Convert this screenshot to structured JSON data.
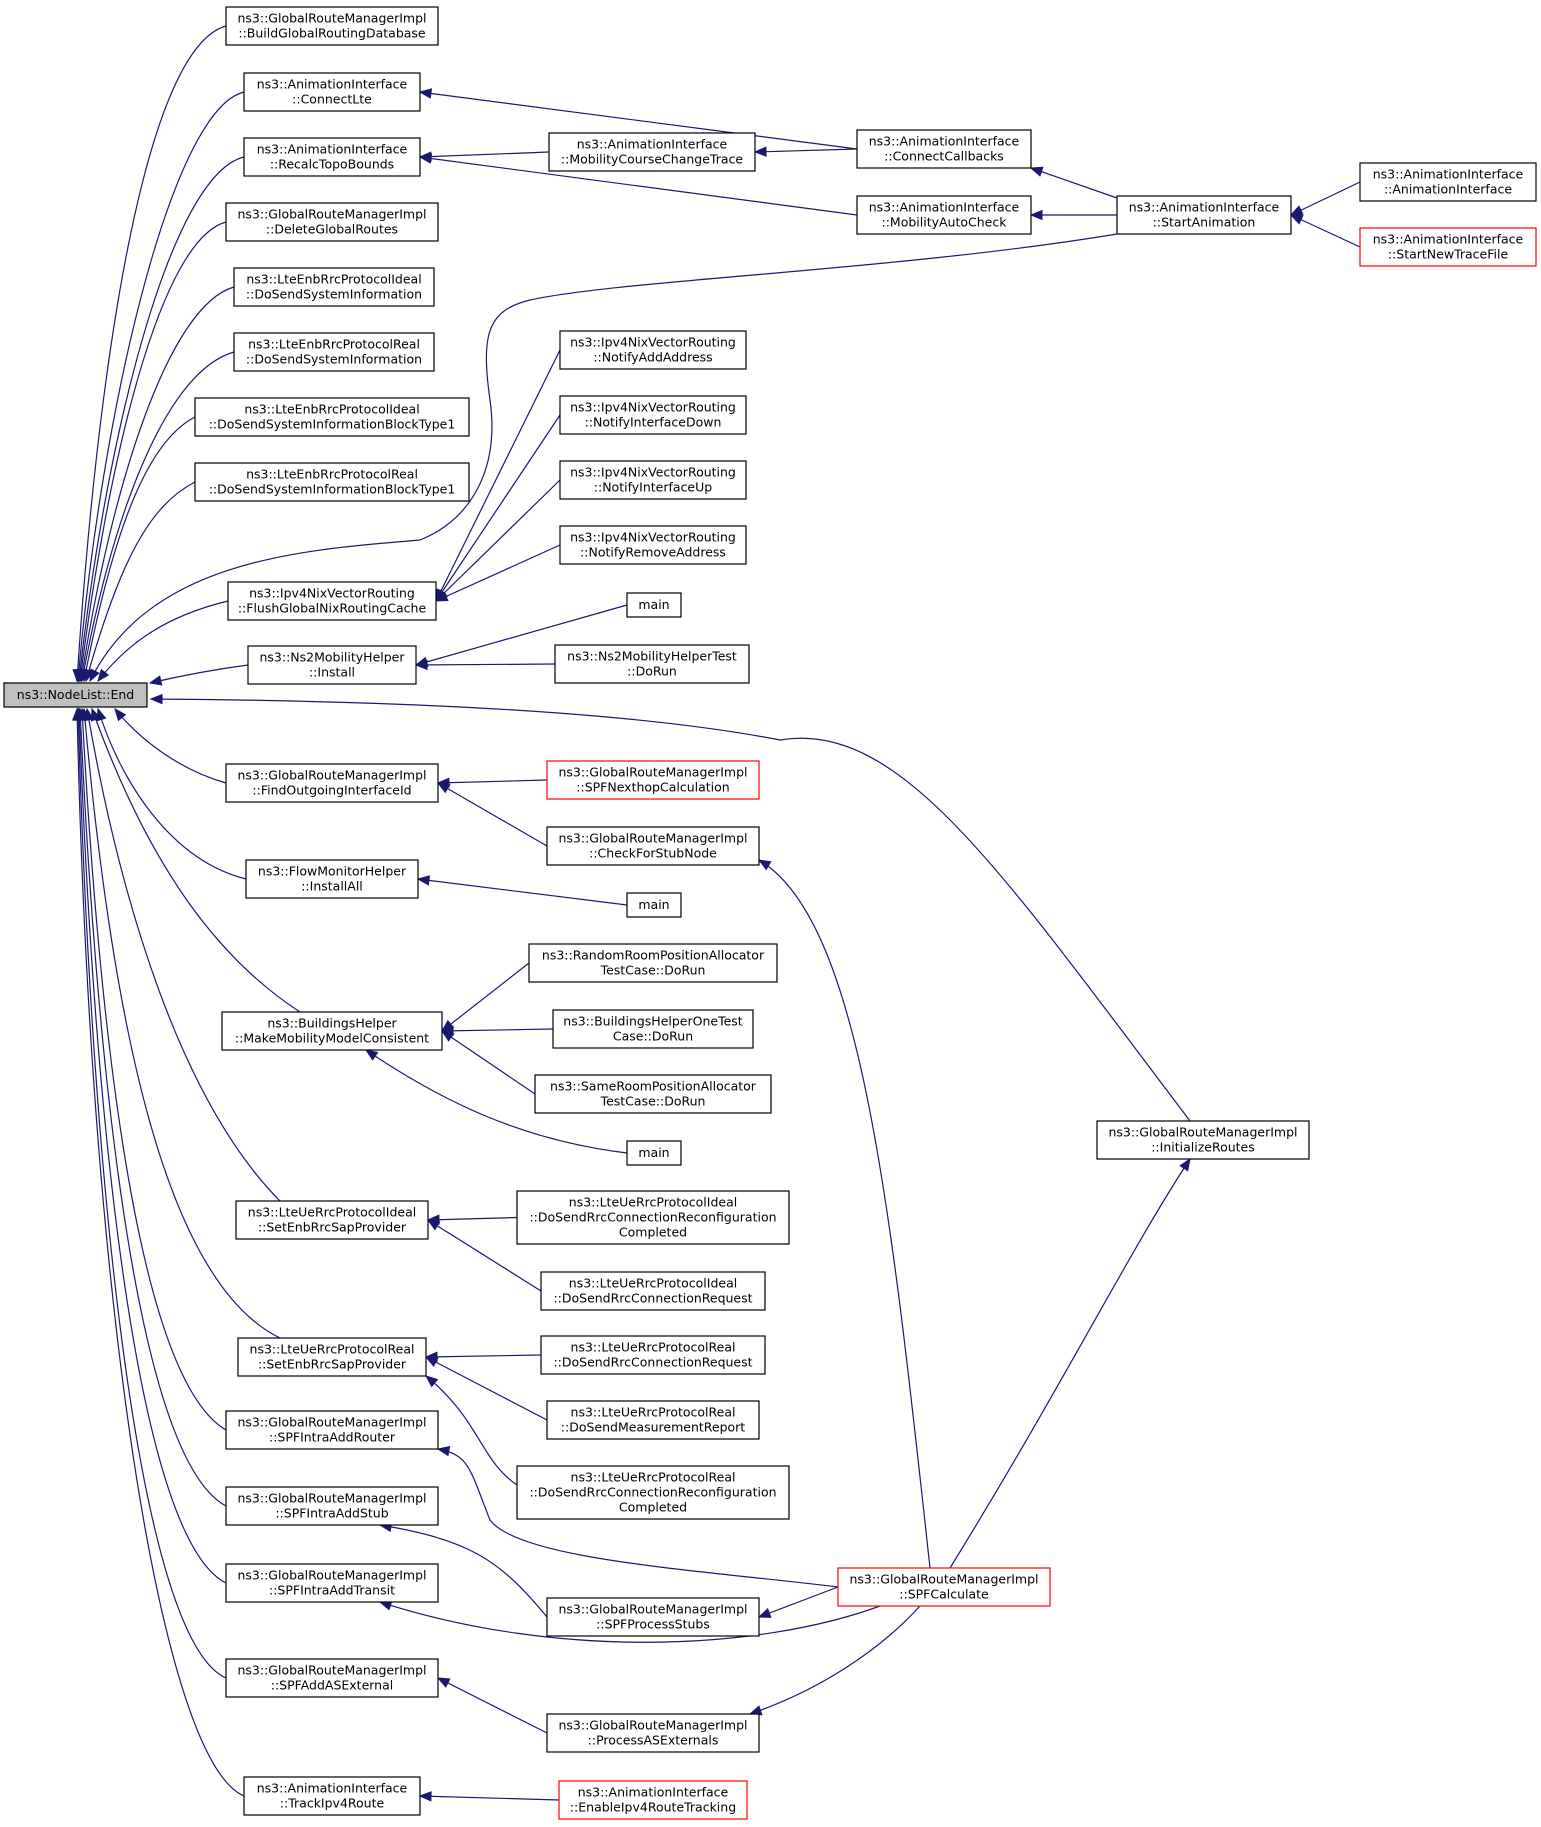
{
  "colors": {
    "edge": "#191970",
    "root_fill": "#bfbfbf",
    "truncated_border": "#ff0000"
  },
  "nodes": [
    {
      "id": "n_end",
      "lines": [
        "ns3::NodeList::End"
      ],
      "root": true
    },
    {
      "id": "n_bgrd",
      "lines": [
        "ns3::GlobalRouteManagerImpl",
        "::BuildGlobalRoutingDatabase"
      ]
    },
    {
      "id": "n_clte",
      "lines": [
        "ns3::AnimationInterface",
        "::ConnectLte"
      ]
    },
    {
      "id": "n_rtb",
      "lines": [
        "ns3::AnimationInterface",
        "::RecalcTopoBounds"
      ]
    },
    {
      "id": "n_dgr",
      "lines": [
        "ns3::GlobalRouteManagerImpl",
        "::DeleteGlobalRoutes"
      ]
    },
    {
      "id": "n_dsi_i",
      "lines": [
        "ns3::LteEnbRrcProtocolIdeal",
        "::DoSendSystemInformation"
      ]
    },
    {
      "id": "n_dsi_r",
      "lines": [
        "ns3::LteEnbRrcProtocolReal",
        "::DoSendSystemInformation"
      ]
    },
    {
      "id": "n_dsib_i",
      "lines": [
        "ns3::LteEnbRrcProtocolIdeal",
        "::DoSendSystemInformationBlockType1"
      ]
    },
    {
      "id": "n_dsib_r",
      "lines": [
        "ns3::LteEnbRrcProtocolReal",
        "::DoSendSystemInformationBlockType1"
      ]
    },
    {
      "id": "n_fgnrc",
      "lines": [
        "ns3::Ipv4NixVectorRouting",
        "::FlushGlobalNixRoutingCache"
      ]
    },
    {
      "id": "n_n2inst",
      "lines": [
        "ns3::Ns2MobilityHelper",
        "::Install"
      ]
    },
    {
      "id": "n_foii",
      "lines": [
        "ns3::GlobalRouteManagerImpl",
        "::FindOutgoingInterfaceId"
      ]
    },
    {
      "id": "n_fminst",
      "lines": [
        "ns3::FlowMonitorHelper",
        "::InstallAll"
      ]
    },
    {
      "id": "n_mmmc",
      "lines": [
        "ns3::BuildingsHelper",
        "::MakeMobilityModelConsistent"
      ]
    },
    {
      "id": "n_sesp_i",
      "lines": [
        "ns3::LteUeRrcProtocolIdeal",
        "::SetEnbRrcSapProvider"
      ]
    },
    {
      "id": "n_sesp_r",
      "lines": [
        "ns3::LteUeRrcProtocolReal",
        "::SetEnbRrcSapProvider"
      ]
    },
    {
      "id": "n_spfiar",
      "lines": [
        "ns3::GlobalRouteManagerImpl",
        "::SPFIntraAddRouter"
      ]
    },
    {
      "id": "n_spfias",
      "lines": [
        "ns3::GlobalRouteManagerImpl",
        "::SPFIntraAddStub"
      ]
    },
    {
      "id": "n_spfiat",
      "lines": [
        "ns3::GlobalRouteManagerImpl",
        "::SPFIntraAddTransit"
      ]
    },
    {
      "id": "n_spfase",
      "lines": [
        "ns3::GlobalRouteManagerImpl",
        "::SPFAddASExternal"
      ]
    },
    {
      "id": "n_tipv4",
      "lines": [
        "ns3::AnimationInterface",
        "::TrackIpv4Route"
      ]
    },
    {
      "id": "n_mcct",
      "lines": [
        "ns3::AnimationInterface",
        "::MobilityCourseChangeTrace"
      ]
    },
    {
      "id": "n_ccb",
      "lines": [
        "ns3::AnimationInterface",
        "::ConnectCallbacks"
      ]
    },
    {
      "id": "n_mac",
      "lines": [
        "ns3::AnimationInterface",
        "::MobilityAutoCheck"
      ]
    },
    {
      "id": "n_sa",
      "lines": [
        "ns3::AnimationInterface",
        "::StartAnimation"
      ]
    },
    {
      "id": "n_ai",
      "lines": [
        "ns3::AnimationInterface",
        "::AnimationInterface"
      ]
    },
    {
      "id": "n_sntf",
      "lines": [
        "ns3::AnimationInterface",
        "::StartNewTraceFile"
      ],
      "truncated": true
    },
    {
      "id": "n_naa",
      "lines": [
        "ns3::Ipv4NixVectorRouting",
        "::NotifyAddAddress"
      ]
    },
    {
      "id": "n_nid",
      "lines": [
        "ns3::Ipv4NixVectorRouting",
        "::NotifyInterfaceDown"
      ]
    },
    {
      "id": "n_niu",
      "lines": [
        "ns3::Ipv4NixVectorRouting",
        "::NotifyInterfaceUp"
      ]
    },
    {
      "id": "n_nra",
      "lines": [
        "ns3::Ipv4NixVectorRouting",
        "::NotifyRemoveAddress"
      ]
    },
    {
      "id": "n_main1",
      "lines": [
        "main"
      ]
    },
    {
      "id": "n_n2test",
      "lines": [
        "ns3::Ns2MobilityHelperTest",
        "::DoRun"
      ]
    },
    {
      "id": "n_spfnh",
      "lines": [
        "ns3::GlobalRouteManagerImpl",
        "::SPFNexthopCalculation"
      ],
      "truncated": true
    },
    {
      "id": "n_cfsn",
      "lines": [
        "ns3::GlobalRouteManagerImpl",
        "::CheckForStubNode"
      ]
    },
    {
      "id": "n_main2",
      "lines": [
        "main"
      ]
    },
    {
      "id": "n_rrpa",
      "lines": [
        "ns3::RandomRoomPositionAllocator",
        "TestCase::DoRun"
      ]
    },
    {
      "id": "n_bhot",
      "lines": [
        "ns3::BuildingsHelperOneTest",
        "Case::DoRun"
      ]
    },
    {
      "id": "n_srpa",
      "lines": [
        "ns3::SameRoomPositionAllocator",
        "TestCase::DoRun"
      ]
    },
    {
      "id": "n_main3",
      "lines": [
        "main"
      ]
    },
    {
      "id": "n_ir",
      "lines": [
        "ns3::GlobalRouteManagerImpl",
        "::InitializeRoutes"
      ]
    },
    {
      "id": "n_drcrc_i",
      "lines": [
        "ns3::LteUeRrcProtocolIdeal",
        "::DoSendRrcConnectionReconfiguration",
        "Completed"
      ]
    },
    {
      "id": "n_drcr_i",
      "lines": [
        "ns3::LteUeRrcProtocolIdeal",
        "::DoSendRrcConnectionRequest"
      ]
    },
    {
      "id": "n_drcr_r",
      "lines": [
        "ns3::LteUeRrcProtocolReal",
        "::DoSendRrcConnectionRequest"
      ]
    },
    {
      "id": "n_dsmr",
      "lines": [
        "ns3::LteUeRrcProtocolReal",
        "::DoSendMeasurementReport"
      ]
    },
    {
      "id": "n_drcrc_r",
      "lines": [
        "ns3::LteUeRrcProtocolReal",
        "::DoSendRrcConnectionReconfiguration",
        "Completed"
      ]
    },
    {
      "id": "n_spfc",
      "lines": [
        "ns3::GlobalRouteManagerImpl",
        "::SPFCalculate"
      ],
      "truncated": true
    },
    {
      "id": "n_spfps",
      "lines": [
        "ns3::GlobalRouteManagerImpl",
        "::SPFProcessStubs"
      ]
    },
    {
      "id": "n_pase",
      "lines": [
        "ns3::GlobalRouteManagerImpl",
        "::ProcessASExternals"
      ]
    },
    {
      "id": "n_eirt",
      "lines": [
        "ns3::AnimationInterface",
        "::EnableIpv4RouteTracking"
      ],
      "truncated": true
    }
  ],
  "edges": [
    {
      "from": "n_bgrd",
      "to": "n_end"
    },
    {
      "from": "n_clte",
      "to": "n_end"
    },
    {
      "from": "n_rtb",
      "to": "n_end"
    },
    {
      "from": "n_dgr",
      "to": "n_end"
    },
    {
      "from": "n_dsi_i",
      "to": "n_end"
    },
    {
      "from": "n_dsi_r",
      "to": "n_end"
    },
    {
      "from": "n_dsib_i",
      "to": "n_end"
    },
    {
      "from": "n_dsib_r",
      "to": "n_end"
    },
    {
      "from": "n_fgnrc",
      "to": "n_end"
    },
    {
      "from": "n_n2inst",
      "to": "n_end"
    },
    {
      "from": "n_foii",
      "to": "n_end"
    },
    {
      "from": "n_fminst",
      "to": "n_end"
    },
    {
      "from": "n_mmmc",
      "to": "n_end"
    },
    {
      "from": "n_sesp_i",
      "to": "n_end"
    },
    {
      "from": "n_sesp_r",
      "to": "n_end"
    },
    {
      "from": "n_spfiar",
      "to": "n_end"
    },
    {
      "from": "n_spfias",
      "to": "n_end"
    },
    {
      "from": "n_spfiat",
      "to": "n_end"
    },
    {
      "from": "n_spfase",
      "to": "n_end"
    },
    {
      "from": "n_tipv4",
      "to": "n_end"
    },
    {
      "from": "n_sa",
      "to": "n_end"
    },
    {
      "from": "n_ir",
      "to": "n_end"
    },
    {
      "from": "n_ccb",
      "to": "n_clte"
    },
    {
      "from": "n_mcct",
      "to": "n_rtb"
    },
    {
      "from": "n_mac",
      "to": "n_rtb"
    },
    {
      "from": "n_ccb",
      "to": "n_mcct"
    },
    {
      "from": "n_sa",
      "to": "n_ccb"
    },
    {
      "from": "n_sa",
      "to": "n_mac"
    },
    {
      "from": "n_ai",
      "to": "n_sa"
    },
    {
      "from": "n_sntf",
      "to": "n_sa"
    },
    {
      "from": "n_naa",
      "to": "n_fgnrc"
    },
    {
      "from": "n_nid",
      "to": "n_fgnrc"
    },
    {
      "from": "n_niu",
      "to": "n_fgnrc"
    },
    {
      "from": "n_nra",
      "to": "n_fgnrc"
    },
    {
      "from": "n_main1",
      "to": "n_n2inst"
    },
    {
      "from": "n_n2test",
      "to": "n_n2inst"
    },
    {
      "from": "n_spfnh",
      "to": "n_foii"
    },
    {
      "from": "n_cfsn",
      "to": "n_foii"
    },
    {
      "from": "n_spfc",
      "to": "n_cfsn"
    },
    {
      "from": "n_main2",
      "to": "n_fminst"
    },
    {
      "from": "n_rrpa",
      "to": "n_mmmc"
    },
    {
      "from": "n_bhot",
      "to": "n_mmmc"
    },
    {
      "from": "n_srpa",
      "to": "n_mmmc"
    },
    {
      "from": "n_main3",
      "to": "n_mmmc"
    },
    {
      "from": "n_drcrc_i",
      "to": "n_sesp_i"
    },
    {
      "from": "n_drcr_i",
      "to": "n_sesp_i"
    },
    {
      "from": "n_drcr_r",
      "to": "n_sesp_r"
    },
    {
      "from": "n_dsmr",
      "to": "n_sesp_r"
    },
    {
      "from": "n_drcrc_r",
      "to": "n_sesp_r"
    },
    {
      "from": "n_spfc",
      "to": "n_spfiar"
    },
    {
      "from": "n_spfps",
      "to": "n_spfias"
    },
    {
      "from": "n_spfc",
      "to": "n_spfiat"
    },
    {
      "from": "n_pase",
      "to": "n_spfase"
    },
    {
      "from": "n_spfc",
      "to": "n_spfps"
    },
    {
      "from": "n_spfc",
      "to": "n_pase"
    },
    {
      "from": "n_spfc",
      "to": "n_ir"
    },
    {
      "from": "n_eirt",
      "to": "n_tipv4"
    }
  ]
}
